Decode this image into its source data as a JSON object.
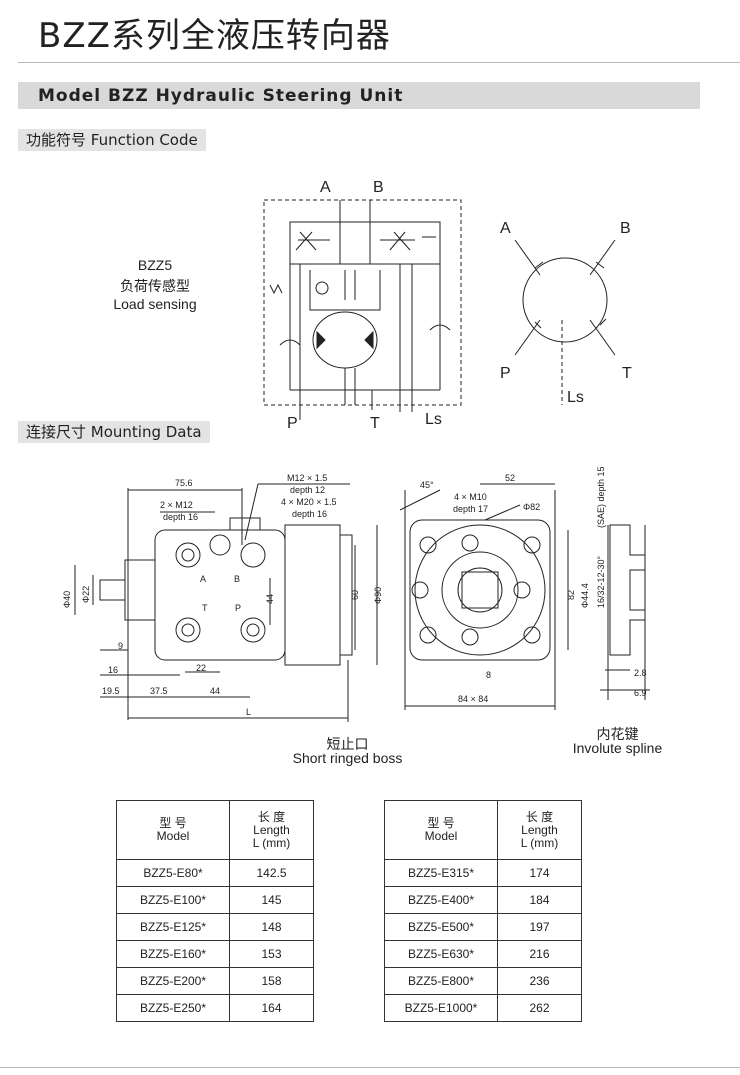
{
  "title": "BZZ系列全液压转向器",
  "banner": "Model BZZ Hydraulic Steering Unit",
  "sections": {
    "function_code": "功能符号  Function Code",
    "mounting_data": "连接尺寸  Mounting Data"
  },
  "function": {
    "model": "BZZ5",
    "type_cn": "负荷传感型",
    "type_en": "Load sensing",
    "ports": {
      "A": "A",
      "B": "B",
      "P": "P",
      "T": "T",
      "Ls": "Ls"
    }
  },
  "dims": {
    "d75_6": "75.6",
    "m12_2": "2 × M12",
    "depth16a": "depth  16",
    "m12_15": "M12 × 1.5",
    "depth12": "depth  12",
    "m20": "4 × M20 × 1.5",
    "depth16b": "depth  16",
    "phi40": "Φ40",
    "phi22": "Φ22",
    "d44": "44",
    "d60": "60",
    "phi90": "Φ90",
    "d9": "9",
    "d16": "16",
    "d22": "22",
    "d19_5": "19.5",
    "d37_5": "37.5",
    "d44b": "44",
    "L": "L",
    "pA": "A",
    "pB": "B",
    "pT": "T",
    "pP": "P",
    "a45": "45°",
    "d52": "52",
    "m10": "4 × M10",
    "depth17": "depth  17",
    "phi82": "Φ82",
    "d82": "82",
    "d8": "8",
    "d84": "84 × 84",
    "sae": "(SAE)  depth  15",
    "spline": "16/32-12-30°",
    "phi44_4": "Φ44.4",
    "d2_8": "2.8",
    "d6_9": "6.9"
  },
  "captions": {
    "boss_cn": "短止口",
    "boss_en": "Short ringed boss",
    "spline_cn": "内花键",
    "spline_en": "Involute spline"
  },
  "table_header": {
    "model_cn": "型  号",
    "model_en": "Model",
    "len_cn": "长  度",
    "len_en": "Length",
    "len_unit": "L (mm)"
  },
  "table_left": [
    {
      "model": "BZZ5-E80*",
      "length": "142.5"
    },
    {
      "model": "BZZ5-E100*",
      "length": "145"
    },
    {
      "model": "BZZ5-E125*",
      "length": "148"
    },
    {
      "model": "BZZ5-E160*",
      "length": "153"
    },
    {
      "model": "BZZ5-E200*",
      "length": "158"
    },
    {
      "model": "BZZ5-E250*",
      "length": "164"
    }
  ],
  "table_right": [
    {
      "model": "BZZ5-E315*",
      "length": "174"
    },
    {
      "model": "BZZ5-E400*",
      "length": "184"
    },
    {
      "model": "BZZ5-E500*",
      "length": "197"
    },
    {
      "model": "BZZ5-E630*",
      "length": "216"
    },
    {
      "model": "BZZ5-E800*",
      "length": "236"
    },
    {
      "model": "BZZ5-E1000*",
      "length": "262"
    }
  ]
}
